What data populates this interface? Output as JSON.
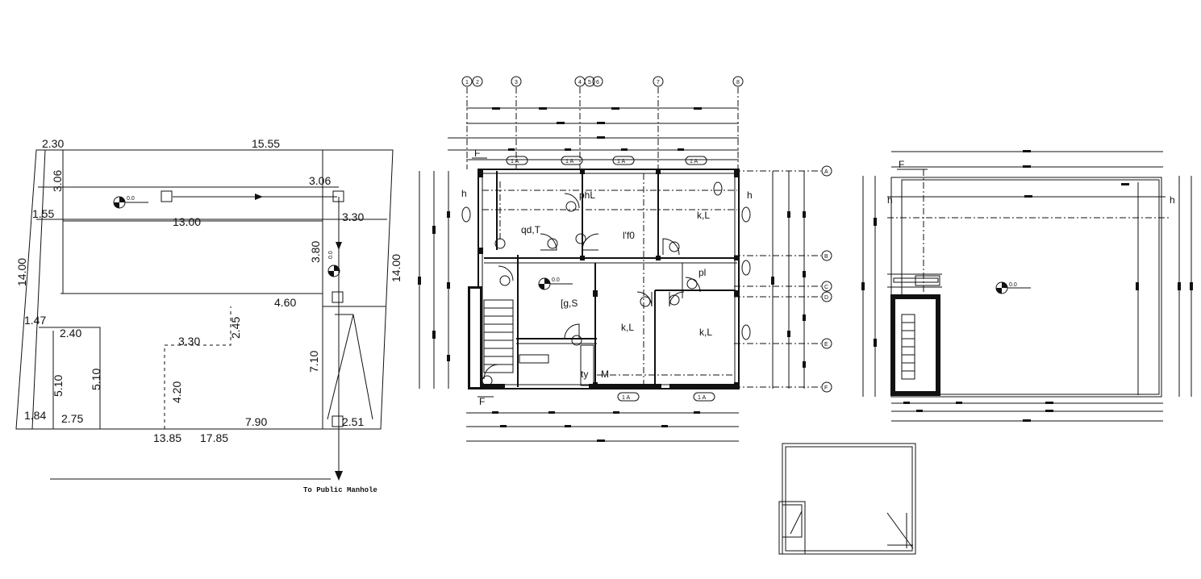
{
  "site_plan": {
    "dims": {
      "d1": "2.30",
      "d2": "15.55",
      "d3": "3.06",
      "d4": "3.06",
      "d5": "1.55",
      "d6": "13.00",
      "d7": "3.30",
      "d8": "3.80",
      "d9": "14.00",
      "d10": "14.00",
      "d11": "4.60",
      "d12": "2.45",
      "d13": "1.47",
      "d14": "2.40",
      "d15": "3.30",
      "d16": "5.10",
      "d17": "5.10",
      "d18": "4.20",
      "d19": "7.10",
      "d20": "1.84",
      "d21": "2.75",
      "d22": "7.90",
      "d23": "2.51",
      "d24": "13.85",
      "d25": "17.85"
    },
    "level": "0.0",
    "level2": "0.0",
    "manhole_note": "To Public Manhole"
  },
  "floor_plan": {
    "grid_labels": [
      "1",
      "2",
      "3",
      "4",
      "5",
      "6",
      "7",
      "8"
    ],
    "row_labels": [
      "A",
      "B",
      "C",
      "D",
      "E",
      "F"
    ],
    "rooms": {
      "r1": "phL",
      "r2": "qd,T",
      "r3": "l'f0",
      "r4": "k,L",
      "r5": "[g,S",
      "r6": "k,L",
      "r7": "k,L",
      "r8": "pl",
      "r9": "ty",
      "r10": "M"
    },
    "window_tags": [
      "1 A",
      "1 A",
      "1 A",
      "1 A",
      "1 A",
      "1 A"
    ],
    "section_marks": [
      "F",
      "F",
      "h",
      "h"
    ],
    "level": "0.0"
  },
  "roof_plan": {
    "level": "0.0",
    "section_marks": [
      "F",
      "h",
      "h"
    ]
  },
  "section_detail": {}
}
